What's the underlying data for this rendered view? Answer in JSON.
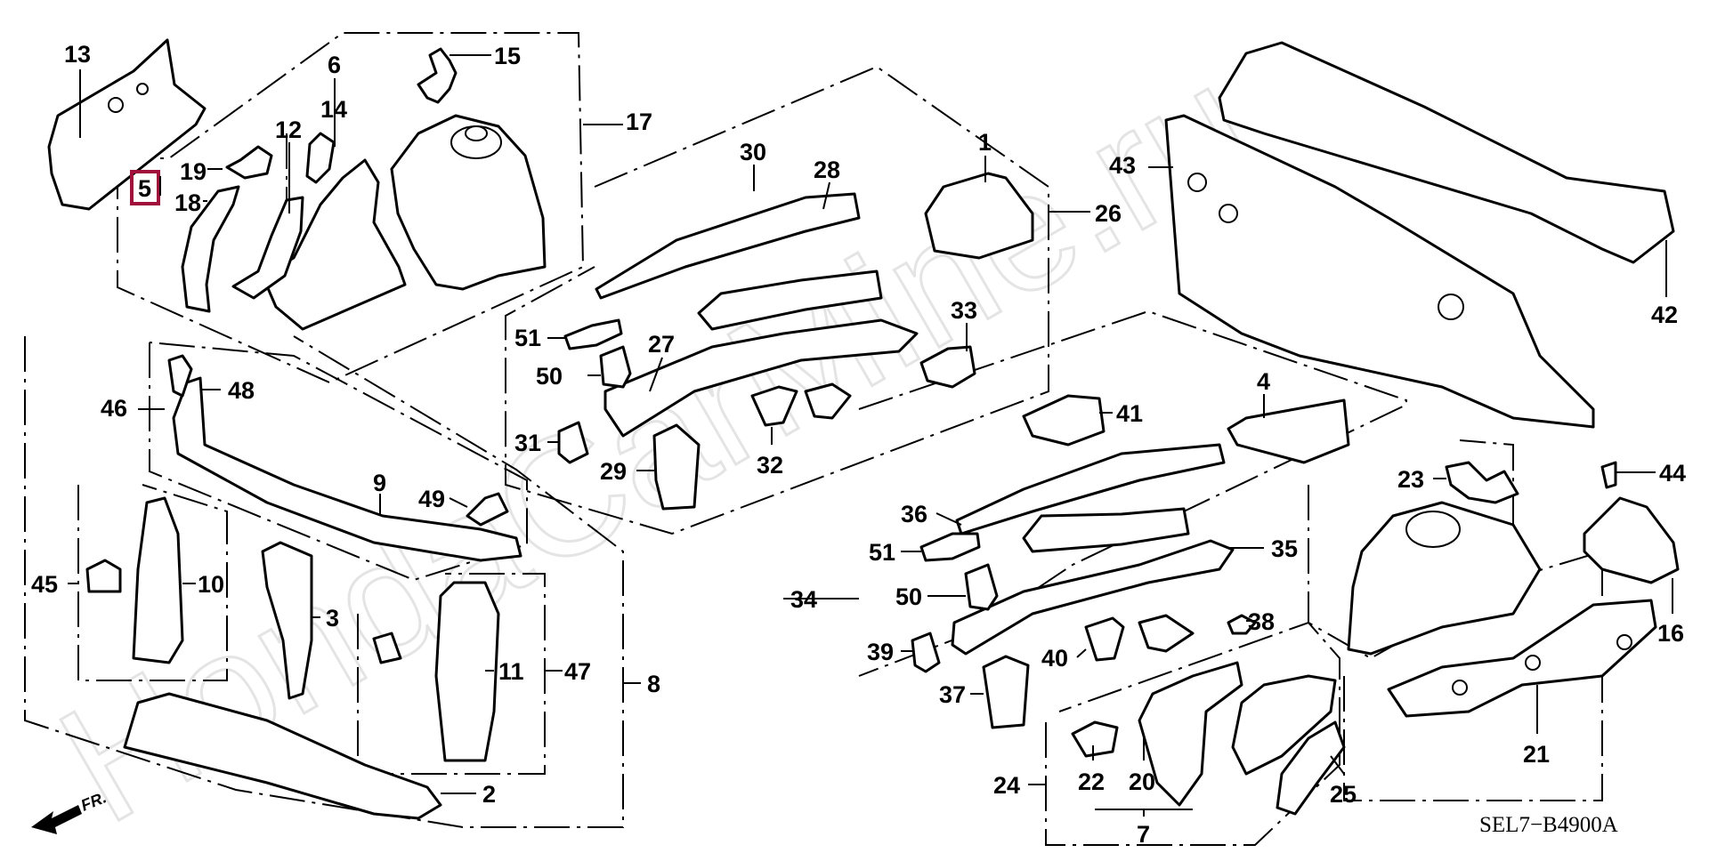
{
  "diagram": {
    "watermark": "HondaCarMine.ru",
    "diagram_code": "SEL7−B4900A",
    "direction_label": "FR.",
    "highlight_color": "#a0103a",
    "highlighted_part": "5",
    "labels": [
      "13",
      "6",
      "15",
      "17",
      "14",
      "12",
      "19",
      "5",
      "18",
      "30",
      "28",
      "1",
      "26",
      "43",
      "42",
      "51",
      "50",
      "27",
      "33",
      "46",
      "48",
      "31",
      "29",
      "32",
      "41",
      "4",
      "9",
      "49",
      "44",
      "23",
      "36",
      "35",
      "45",
      "10",
      "34",
      "51",
      "50",
      "3",
      "16",
      "38",
      "39",
      "40",
      "47",
      "11",
      "8",
      "37",
      "21",
      "2",
      "24",
      "22",
      "20",
      "25",
      "7"
    ]
  }
}
